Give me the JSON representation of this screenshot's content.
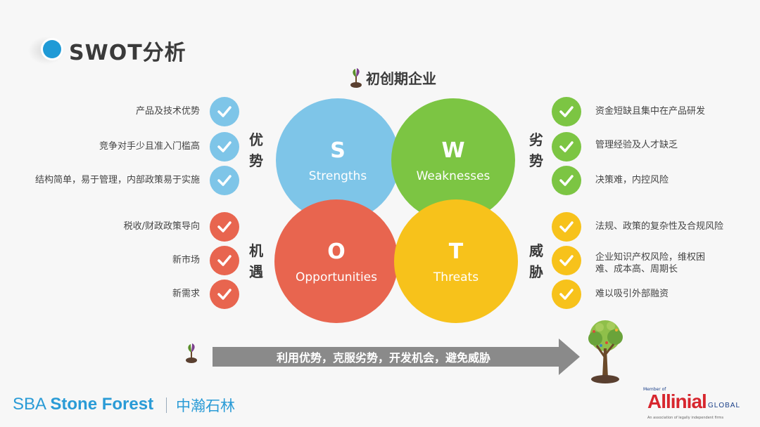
{
  "title": "SWOT分析",
  "subtitle": "初创期企业",
  "colors": {
    "blue": "#7ec5e8",
    "green": "#7cc543",
    "red": "#e8654f",
    "yellow": "#f7c21b",
    "title_badge": "#1f9ad6",
    "arrow": "#8a8a8a",
    "brand": "#2a9bd6"
  },
  "quadrants": {
    "s": {
      "letter": "S",
      "word": "Strengths"
    },
    "w": {
      "letter": "W",
      "word": "Weaknesses"
    },
    "o": {
      "letter": "O",
      "word": "Opportunities"
    },
    "t": {
      "letter": "T",
      "word": "Threats"
    }
  },
  "groups": {
    "strengths": {
      "label_1": "优",
      "label_2": "势",
      "items": [
        "产品及技术优势",
        "竞争对手少且准入门槛高",
        "结构简单，易于管理，内部政策易于实施"
      ]
    },
    "opportunities": {
      "label_1": "机",
      "label_2": "遇",
      "items": [
        "税收/财政政策导向",
        "新市场",
        "新需求"
      ]
    },
    "weaknesses": {
      "label_1": "劣",
      "label_2": "势",
      "items": [
        "资金短缺且集中在产品研发",
        "管理经验及人才缺乏",
        "决策难，内控风险"
      ]
    },
    "threats": {
      "label_1": "威",
      "label_2": "胁",
      "items": [
        "法规、政策的复杂性及合规风险",
        "企业知识产权风险，维权困难、成本高、周期长",
        "难以吸引外部融资"
      ]
    }
  },
  "arrow_text": "利用优势，克服劣势，开发机会，避免威胁",
  "footer": {
    "brand_sba": "SBA",
    "brand_name": "Stone Forest",
    "brand_cn": "中瀚石林",
    "partner_member": "Member of",
    "partner_name": "Allinial",
    "partner_suffix": "GLOBAL",
    "partner_tagline": "An association of legally independent firms"
  },
  "icons": [
    "sprout-icon",
    "tree-icon",
    "check-icon",
    "title-dot-icon"
  ]
}
